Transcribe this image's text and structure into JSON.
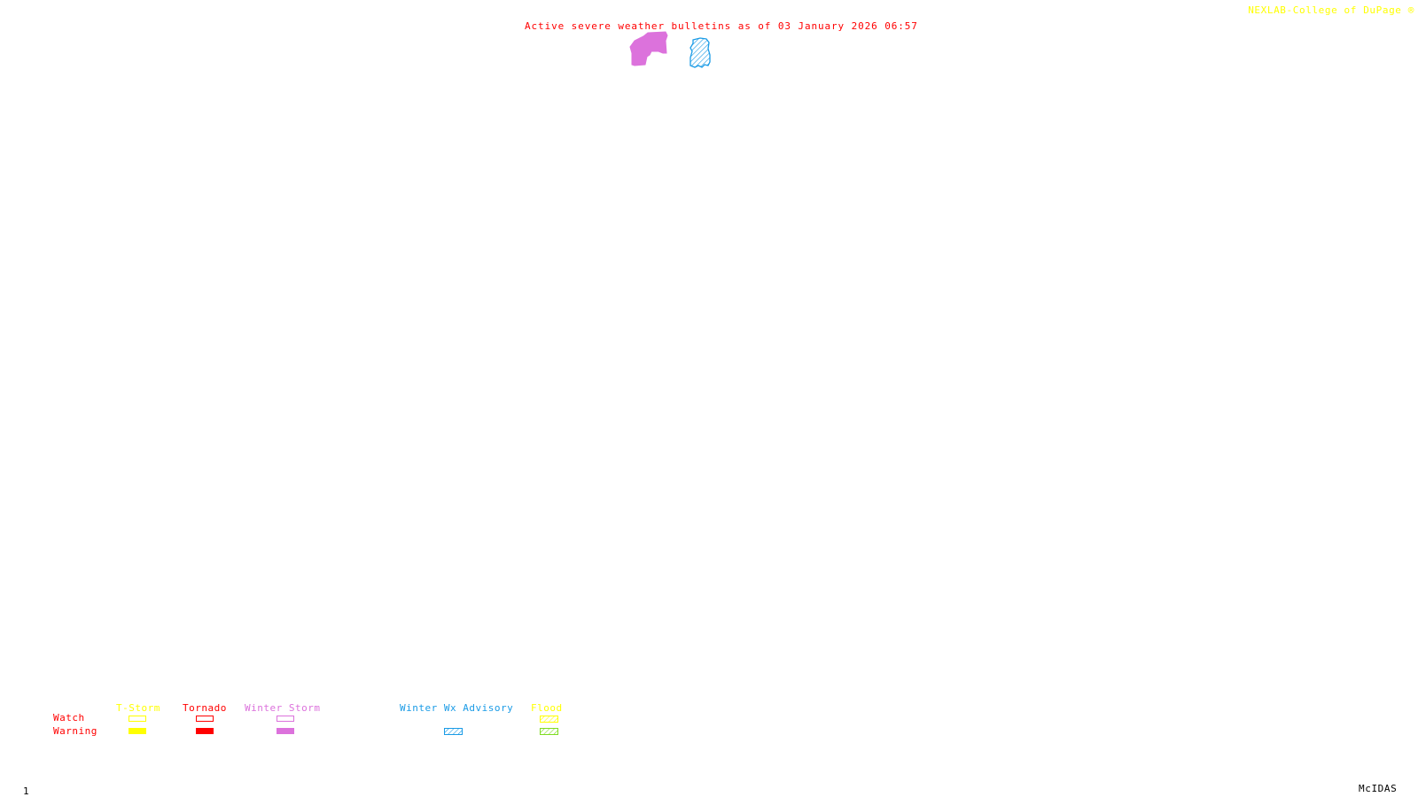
{
  "header": {
    "credit": "NEXLAB-College of DuPage",
    "credit_mark": "®",
    "title": "Active severe weather bulletins as of 03 January 2026 06:57"
  },
  "map": {
    "alert_areas": [
      {
        "type": "Winter Storm Warning",
        "style": "filled",
        "color": "#dc72dc"
      },
      {
        "type": "Winter Wx Advisory",
        "style": "hatched",
        "color": "#1a9be6"
      }
    ]
  },
  "legend": {
    "row_labels": {
      "watch": "Watch",
      "warning": "Warning"
    },
    "row_label_color": "#ff0000",
    "categories": [
      {
        "label": "T-Storm",
        "color": "#ffff00",
        "watch": "outline",
        "warning": "filled"
      },
      {
        "label": "Tornado",
        "color": "#ff0000",
        "watch": "outline",
        "warning": "filled"
      },
      {
        "label": "Winter Storm",
        "color": "#dc72dc",
        "watch": "outline",
        "warning": "filled"
      },
      {
        "label": "Winter Wx Advisory",
        "color": "#1a9be6",
        "watch": null,
        "warning": "hatched"
      },
      {
        "label": "Flood",
        "color": "#ffff00",
        "watch": "hatched",
        "warning": "hatched",
        "warning_color": "#7fdc22"
      }
    ]
  },
  "footer": {
    "frame_number": "1",
    "software": "McIDAS"
  }
}
